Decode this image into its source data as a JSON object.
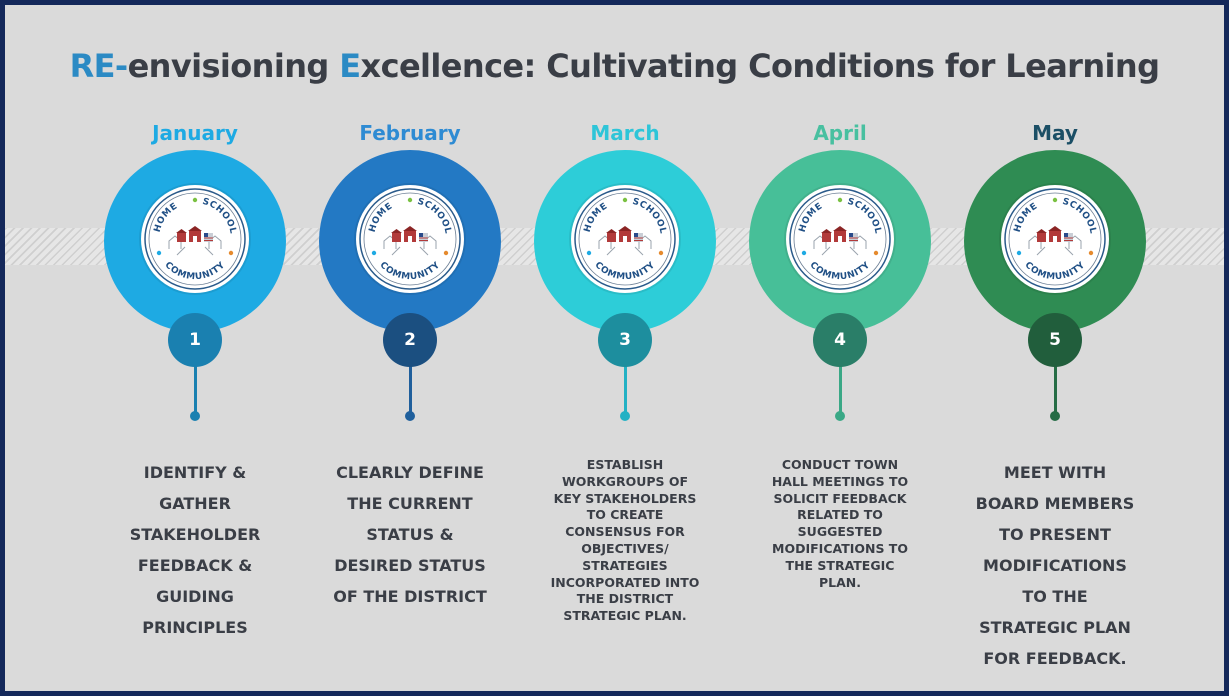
{
  "title": {
    "part1": "RE-",
    "part2": "envisioning ",
    "part3": "E",
    "part4": "xcellence: Cultivating Conditions for Learning"
  },
  "badge": {
    "home": "HOME",
    "school": "SCHOOL",
    "community": "COMMUNITY"
  },
  "steps": [
    {
      "month": "January",
      "number": "1",
      "lines": [
        "IDENTIFY &",
        "GATHER",
        "STAKEHOLDER",
        "FEEDBACK &",
        "GUIDING",
        "PRINCIPLES"
      ],
      "colors": {
        "month": "#1eaae3",
        "outer": "#1eaae3",
        "num": "#1a80b0",
        "stem": "#1a80b0"
      }
    },
    {
      "month": "February",
      "number": "2",
      "lines": [
        "CLEARLY DEFINE",
        "THE CURRENT",
        "STATUS &",
        "DESIRED STATUS",
        "OF THE DISTRICT"
      ],
      "colors": {
        "month": "#2e8bd3",
        "outer": "#2379c4",
        "num": "#1b4f80",
        "stem": "#1f5f9c"
      }
    },
    {
      "month": "March",
      "number": "3",
      "lines": [
        "ESTABLISH",
        "WORKGROUPS OF",
        "KEY STAKEHOLDERS",
        "TO CREATE",
        "CONSENSUS FOR",
        "OBJECTIVES/",
        "STRATEGIES",
        "INCORPORATED INTO",
        "THE  DISTRICT",
        "STRATEGIC PLAN."
      ],
      "colors": {
        "month": "#2ec5d8",
        "outer": "#2dcdd8",
        "num": "#1d8e9e",
        "stem": "#23b1c4"
      }
    },
    {
      "month": "April",
      "number": "4",
      "lines": [
        "CONDUCT TOWN",
        "HALL MEETINGS TO",
        "SOLICIT FEEDBACK",
        "RELATED TO",
        "SUGGESTED",
        "MODIFICATIONS TO",
        "THE STRATEGIC",
        "PLAN."
      ],
      "colors": {
        "month": "#48c0a0",
        "outer": "#47bf98",
        "num": "#2a7e68",
        "stem": "#3aa886"
      }
    },
    {
      "month": "May",
      "number": "5",
      "lines": [
        "MEET WITH",
        "BOARD MEMBERS",
        "TO PRESENT",
        "MODIFICATIONS",
        "TO THE",
        "STRATEGIC PLAN",
        "FOR FEEDBACK."
      ],
      "colors": {
        "month": "#1b4f66",
        "outer": "#2f8c53",
        "num": "#215e3c",
        "stem": "#256c45"
      }
    }
  ]
}
